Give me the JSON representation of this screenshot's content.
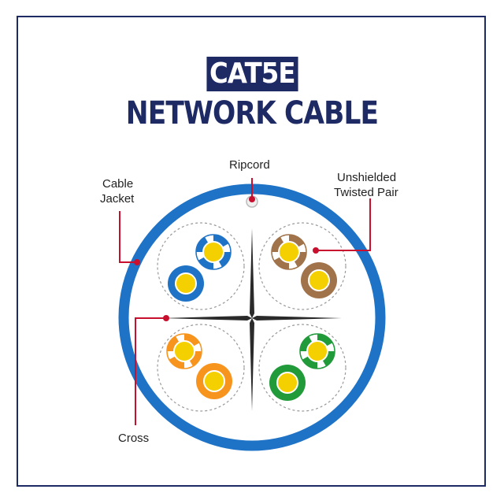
{
  "title": {
    "line1": "CAT5E",
    "line2": "NETWORK CABLE"
  },
  "labels": {
    "ripcord": "Ripcord",
    "jacket_line1": "Cable",
    "jacket_line2": "Jacket",
    "utp_line1": "Unshielded",
    "utp_line2": "Twisted Pair",
    "cross": "Cross"
  },
  "colors": {
    "frame": "#1e2a64",
    "jacket": "#1f73c6",
    "leader_line": "#c8102e",
    "conductor": "#f5d000",
    "blue_pair": "#1f73c6",
    "brown_pair": "#a0734a",
    "orange_pair": "#f7941d",
    "green_pair": "#219a3a",
    "cross": "#2a2a2a"
  },
  "pairs": [
    {
      "name": "blue",
      "icon": "blue-pair"
    },
    {
      "name": "brown",
      "icon": "brown-pair"
    },
    {
      "name": "orange",
      "icon": "orange-pair"
    },
    {
      "name": "green",
      "icon": "green-pair"
    }
  ]
}
